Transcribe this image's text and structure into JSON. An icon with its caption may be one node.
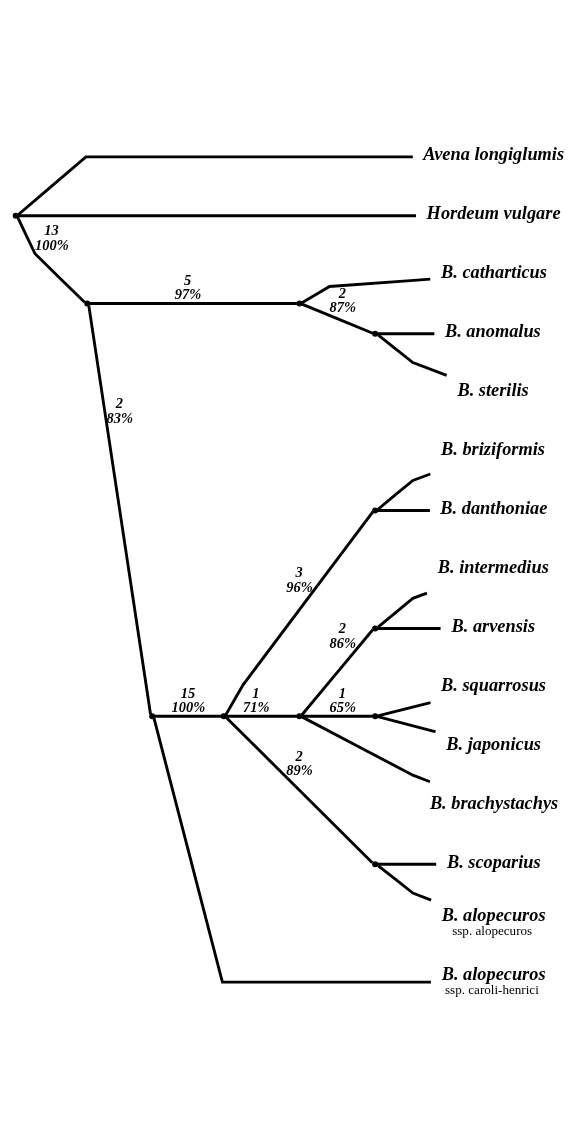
{
  "diagram": {
    "nodes": [
      {
        "text": [],
        "shape": "point"
      },
      {
        "text": [
          "Avena longiglumis"
        ]
      },
      {
        "text": [
          "Hordeum vulgare"
        ]
      },
      {
        "text": [],
        "shape": "point"
      },
      {
        "text": [],
        "shape": "point"
      },
      {
        "text": [
          "B. catharticus"
        ]
      },
      {
        "text": [],
        "shape": "point"
      },
      {
        "text": [
          "B. anomalus"
        ]
      },
      {
        "text": [
          "B. sterilis"
        ]
      },
      {
        "text": [],
        "shape": "point"
      },
      {
        "text": [],
        "shape": "point"
      },
      {
        "text": [],
        "shape": "point"
      },
      {
        "text": [
          "B. briziformis"
        ]
      },
      {
        "text": [
          "B. danthoniae"
        ]
      },
      {
        "text": [],
        "shape": "point"
      },
      {
        "text": [],
        "shape": "point"
      },
      {
        "text": [
          "B. intermedius"
        ]
      },
      {
        "text": [
          "B. arvensis"
        ]
      },
      {
        "text": [],
        "shape": "point"
      },
      {
        "text": [
          "B. squarrosus"
        ]
      },
      {
        "text": [
          "B. japonicus"
        ]
      },
      {
        "text": [
          "B. brachystachys"
        ]
      },
      {
        "text": [],
        "shape": "point"
      },
      {
        "text": [
          "B. scoparius"
        ]
      },
      {
        "text": [
          "B. alopecuros",
          "ssp. alopecuros"
        ]
      },
      {
        "text": [
          "B. alopecuros",
          "ssp. caroli-henrici"
        ]
      }
    ],
    "edges": [
      {
        "from": 0,
        "to": 1,
        "arrow": "none"
      },
      {
        "from": 0,
        "to": 2,
        "arrow": "none"
      },
      {
        "from": 0,
        "to": 3,
        "arrow": "none",
        "label": "13 100%"
      },
      {
        "from": 3,
        "to": 4,
        "arrow": "none",
        "label": "5 97%"
      },
      {
        "from": 4,
        "to": 5,
        "arrow": "none"
      },
      {
        "from": 4,
        "to": 6,
        "arrow": "none",
        "label": "2 87%"
      },
      {
        "from": 6,
        "to": 7,
        "arrow": "none"
      },
      {
        "from": 6,
        "to": 8,
        "arrow": "none"
      },
      {
        "from": 3,
        "to": 9,
        "arrow": "none",
        "label": "2 83%"
      },
      {
        "from": 9,
        "to": 10,
        "arrow": "none",
        "label": "15 100%"
      },
      {
        "from": 10,
        "to": 11,
        "arrow": "none",
        "label": "3 96%"
      },
      {
        "from": 11,
        "to": 12,
        "arrow": "none"
      },
      {
        "from": 11,
        "to": 13,
        "arrow": "none"
      },
      {
        "from": 10,
        "to": 14,
        "arrow": "none",
        "label": "1 71%"
      },
      {
        "from": 14,
        "to": 15,
        "arrow": "none",
        "label": "2 86%"
      },
      {
        "from": 15,
        "to": 16,
        "arrow": "none"
      },
      {
        "from": 15,
        "to": 17,
        "arrow": "none"
      },
      {
        "from": 14,
        "to": 18,
        "arrow": "none",
        "label": "1 65%"
      },
      {
        "from": 18,
        "to": 19,
        "arrow": "none"
      },
      {
        "from": 18,
        "to": 20,
        "arrow": "none"
      },
      {
        "from": 14,
        "to": 21,
        "arrow": "none"
      },
      {
        "from": 10,
        "to": 22,
        "arrow": "none",
        "label": "2 89%"
      },
      {
        "from": 22,
        "to": 23,
        "arrow": "none"
      },
      {
        "from": 22,
        "to": 24,
        "arrow": "none"
      },
      {
        "from": 9,
        "to": 25,
        "arrow": "none"
      }
    ]
  }
}
